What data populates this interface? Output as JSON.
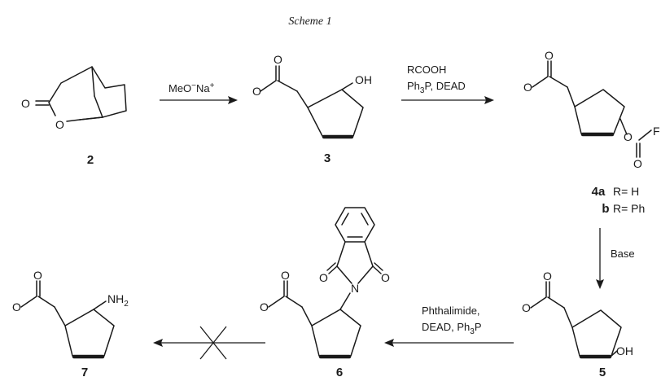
{
  "title": "Scheme 1",
  "atoms": {
    "O": "O",
    "OH": "OH",
    "N": "N",
    "NH2": "NH",
    "NH2_sub": "2",
    "R": "R",
    "F_cut": "F"
  },
  "reagents": {
    "step1": {
      "line1_base": "MeO",
      "line1_sup": "−",
      "line1_cation": "Na",
      "line1_cation_sup": "+"
    },
    "step2": {
      "line1": "RCOOH",
      "line2_a": "Ph",
      "line2_sub": "3",
      "line2_b": "P, DEAD"
    },
    "step3": {
      "line1": "Base"
    },
    "step4": {
      "line1": "Phthalimide,",
      "line2_a": "DEAD, Ph",
      "line2_sub": "3",
      "line2_b": "P"
    }
  },
  "compounds": {
    "c2": "2",
    "c3": "3",
    "c4a": "4a",
    "c4a_sub": "R= H",
    "c4b": "b",
    "c4b_sub": "R= Ph",
    "c5": "5",
    "c6": "6",
    "c7": "7"
  }
}
